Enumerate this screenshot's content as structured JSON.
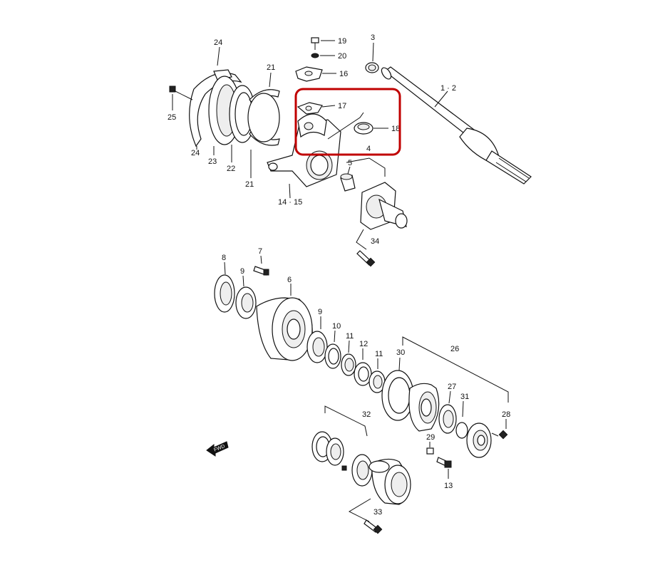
{
  "diagram": {
    "labels": {
      "p1_2": "1 · 2",
      "p3": "3",
      "p4": "4",
      "p5": "5",
      "p6": "6",
      "p7": "7",
      "p8": "8",
      "p9a": "9",
      "p9b": "9",
      "p10": "10",
      "p11a": "11",
      "p11b": "11",
      "p12": "12",
      "p13": "13",
      "p14_15": "14 · 15",
      "p16": "16",
      "p17": "17",
      "p18": "18",
      "p19": "19",
      "p20": "20",
      "p21a": "21",
      "p21b": "21",
      "p22": "22",
      "p23": "23",
      "p24a": "24",
      "p24b": "24",
      "p25": "25",
      "p26": "26",
      "p27": "27",
      "p28": "28",
      "p29": "29",
      "p30": "30",
      "p31": "31",
      "p32": "32",
      "p33": "33",
      "p34": "34",
      "fwd": "FWD"
    },
    "highlight_color": "#c00000"
  }
}
